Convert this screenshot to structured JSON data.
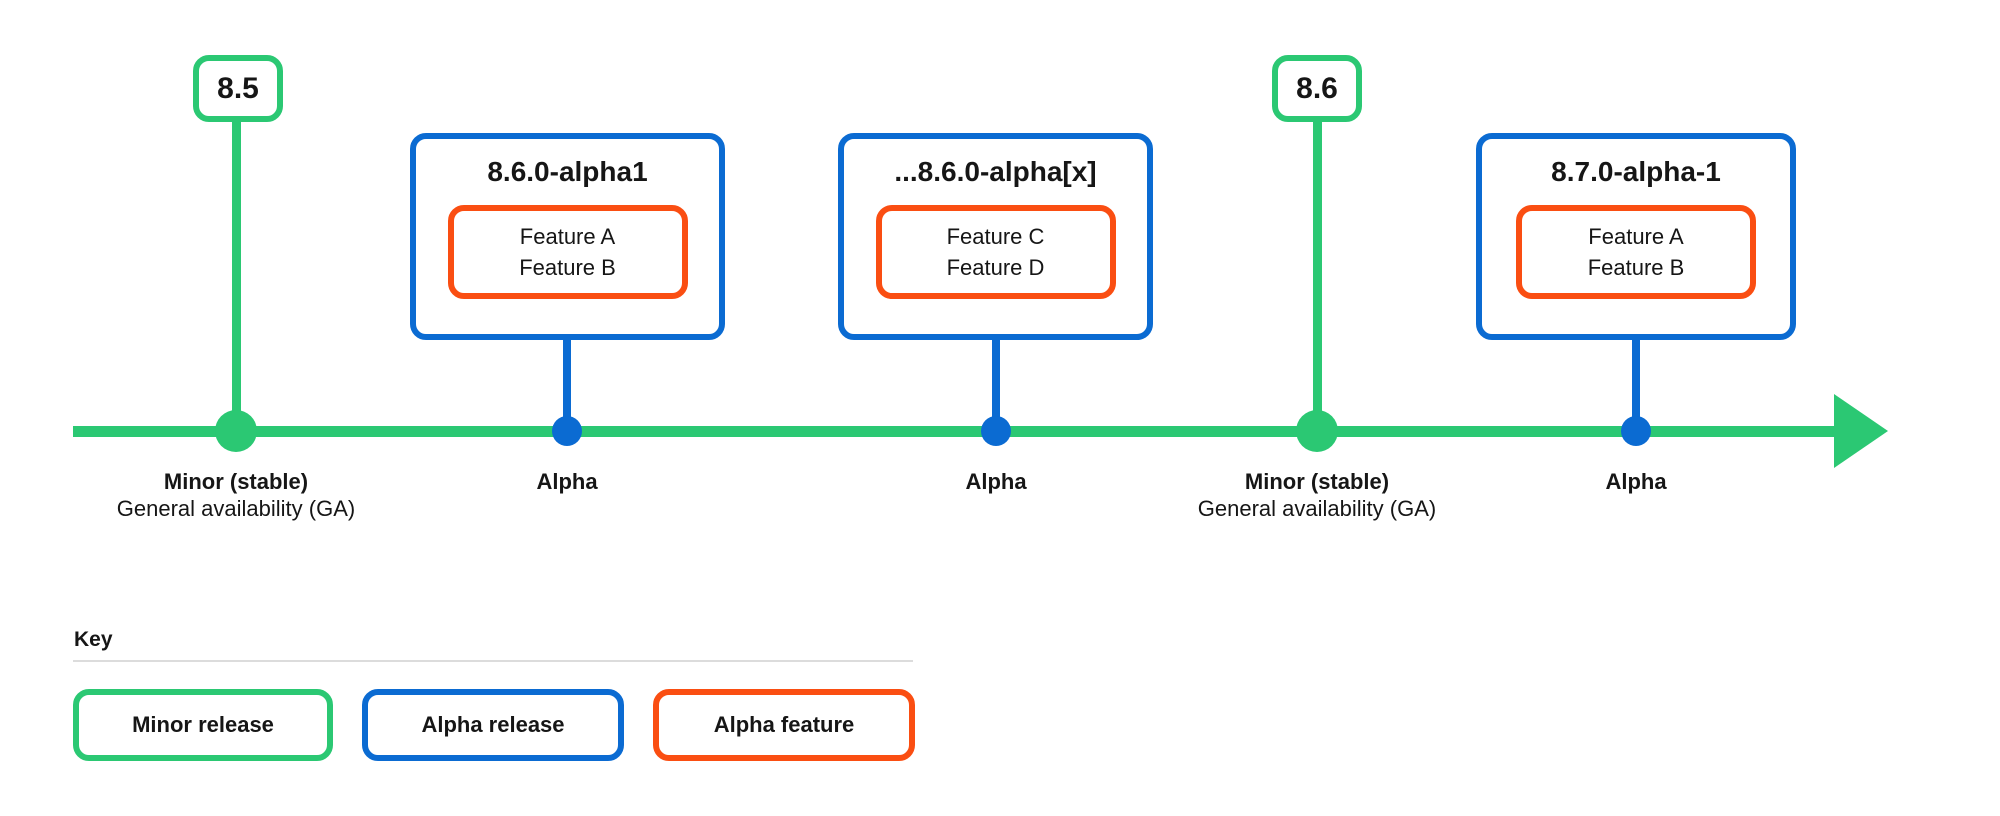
{
  "colors": {
    "green": "#2bc873",
    "blue": "#0b6bd2",
    "orange": "#fa4e12",
    "text": "#161616",
    "divider": "#dcdcdc",
    "bg": "#ffffff"
  },
  "diagram": {
    "releases": [
      {
        "type": "minor",
        "version": "8.5",
        "label_line1": "Minor (stable)",
        "label_line2": "General availability (GA)"
      },
      {
        "type": "alpha",
        "title": "8.6.0-alpha1",
        "features": [
          "Feature A",
          "Feature B"
        ],
        "label": "Alpha"
      },
      {
        "type": "alpha",
        "title": "...8.6.0-alpha[x]",
        "features": [
          "Feature C",
          "Feature D"
        ],
        "label": "Alpha"
      },
      {
        "type": "minor",
        "version": "8.6",
        "label_line1": "Minor (stable)",
        "label_line2": "General availability (GA)"
      },
      {
        "type": "alpha",
        "title": "8.7.0-alpha-1",
        "features": [
          "Feature A",
          "Feature B"
        ],
        "label": "Alpha"
      }
    ]
  },
  "key": {
    "title": "Key",
    "items": [
      {
        "label": "Minor release",
        "color": "#2bc873"
      },
      {
        "label": "Alpha release",
        "color": "#0b6bd2"
      },
      {
        "label": "Alpha feature",
        "color": "#fa4e12"
      }
    ]
  }
}
